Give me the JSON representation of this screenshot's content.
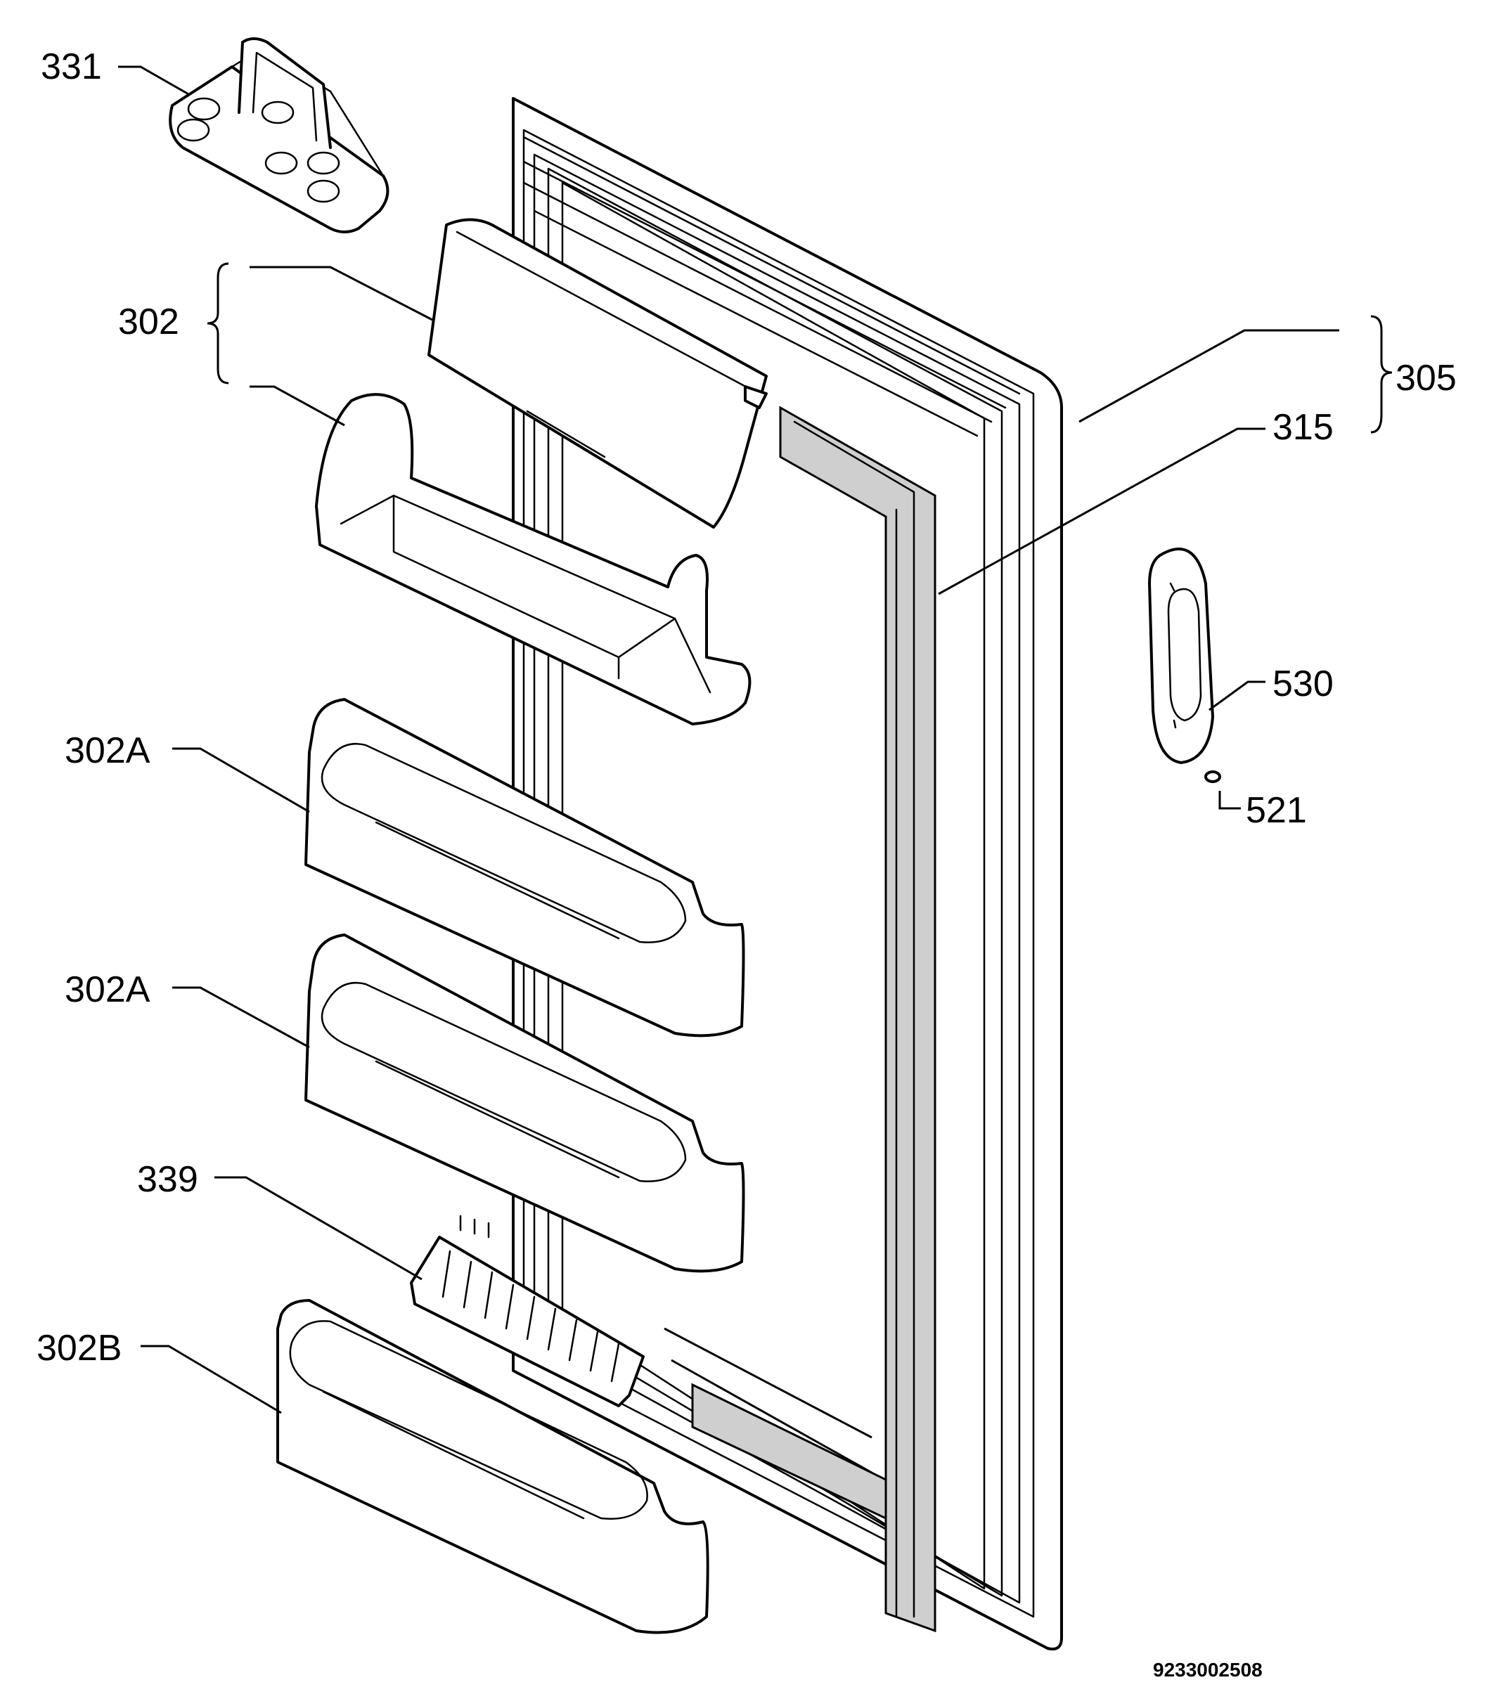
{
  "diagram": {
    "labels": {
      "l331": "331",
      "l302": "302",
      "l302a_1": "302A",
      "l302a_2": "302A",
      "l339": "339",
      "l302b": "302B",
      "l305": "305",
      "l315": "315",
      "l530": "530",
      "l521": "521"
    },
    "drawing_code": "9233002508"
  }
}
